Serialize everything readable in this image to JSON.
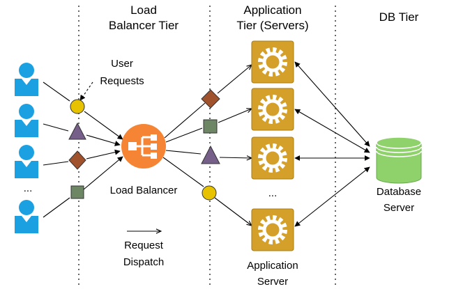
{
  "tiers": {
    "lb_title": [
      "Load",
      "Balancer Tier"
    ],
    "app_title": [
      "Application",
      "Tier (Servers)"
    ],
    "db_title": "DB Tier"
  },
  "labels": {
    "user_requests": [
      "User",
      "Requests"
    ],
    "ellipsis_users": "...",
    "load_balancer": "Load Balancer",
    "request_dispatch": [
      "Request",
      "Dispatch"
    ],
    "ellipsis_servers": "...",
    "application_server": [
      "Application",
      "Server"
    ],
    "database_server": [
      "Database",
      "Server"
    ]
  },
  "icons": {
    "user": "user-icon",
    "load_balancer": "load-balancer-icon",
    "app_server": "gear-icon",
    "database": "database-icon"
  },
  "colors": {
    "user": "#1ba1e2",
    "load_balancer": "#f58534",
    "server_fill": "#d4a02a",
    "server_stroke": "#a87b12",
    "database": "#8fd16a",
    "circle": "#e6c200",
    "triangle": "#76608a",
    "diamond": "#a0522d",
    "square": "#6d8764"
  }
}
